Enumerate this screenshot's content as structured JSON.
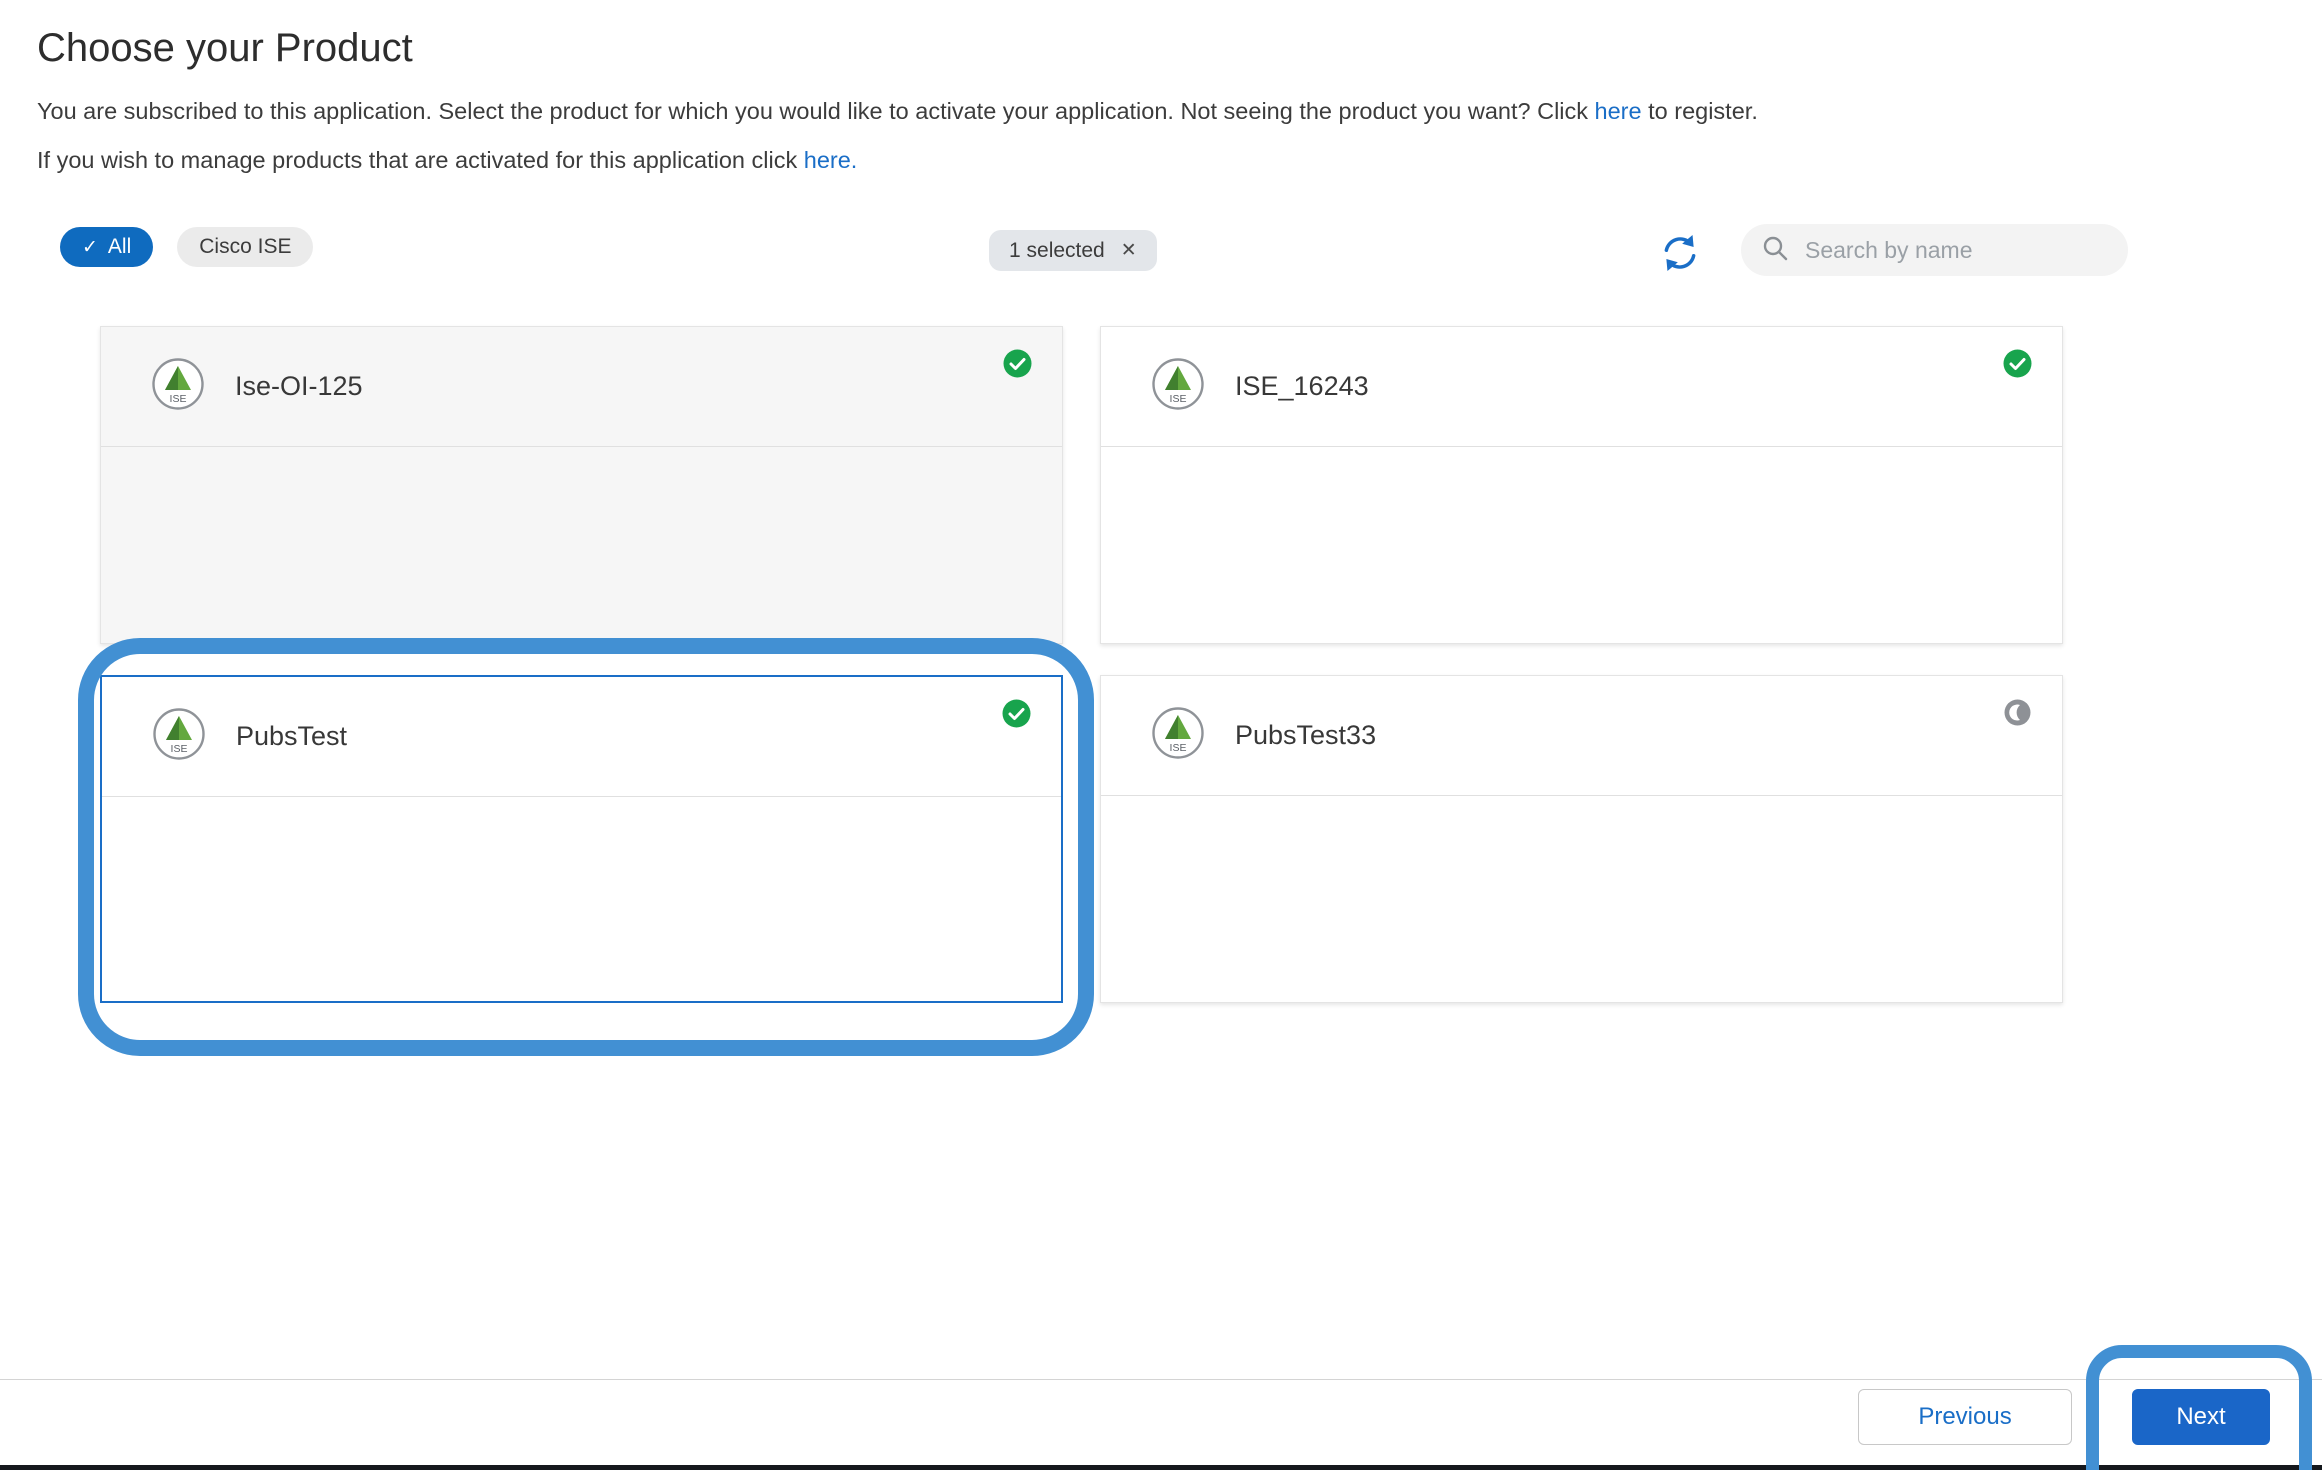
{
  "header": {
    "title": "Choose your Product",
    "line1": {
      "before": "You are subscribed to this application. Select the product for which you would like to activate your application. Not seeing the product you want? Click ",
      "link": "here",
      "after": " to register."
    },
    "line2": {
      "before": "If you wish to manage products that are activated for this application click ",
      "link": "here."
    }
  },
  "toolbar": {
    "filters": [
      {
        "label": "All",
        "active": true
      },
      {
        "label": "Cisco ISE",
        "active": false
      }
    ],
    "selected_chip": {
      "label": "1 selected"
    },
    "search": {
      "placeholder": "Search by name"
    }
  },
  "products": [
    {
      "name": "Ise-OI-125",
      "badge": "check",
      "selected": false
    },
    {
      "name": "ISE_16243",
      "badge": "check",
      "selected": false
    },
    {
      "name": "PubsTest",
      "badge": "check",
      "selected": true
    },
    {
      "name": "PubsTest33",
      "badge": "pending",
      "selected": false
    }
  ],
  "logo_label": "ISE",
  "icons": {
    "check": "✓",
    "close": "✕"
  },
  "footer": {
    "previous": "Previous",
    "next": "Next"
  },
  "colors": {
    "accent_blue": "#1a6ec7",
    "highlight_ring": "#4290d3",
    "success_green": "#18a44d",
    "pending_gray": "#8e9196"
  }
}
